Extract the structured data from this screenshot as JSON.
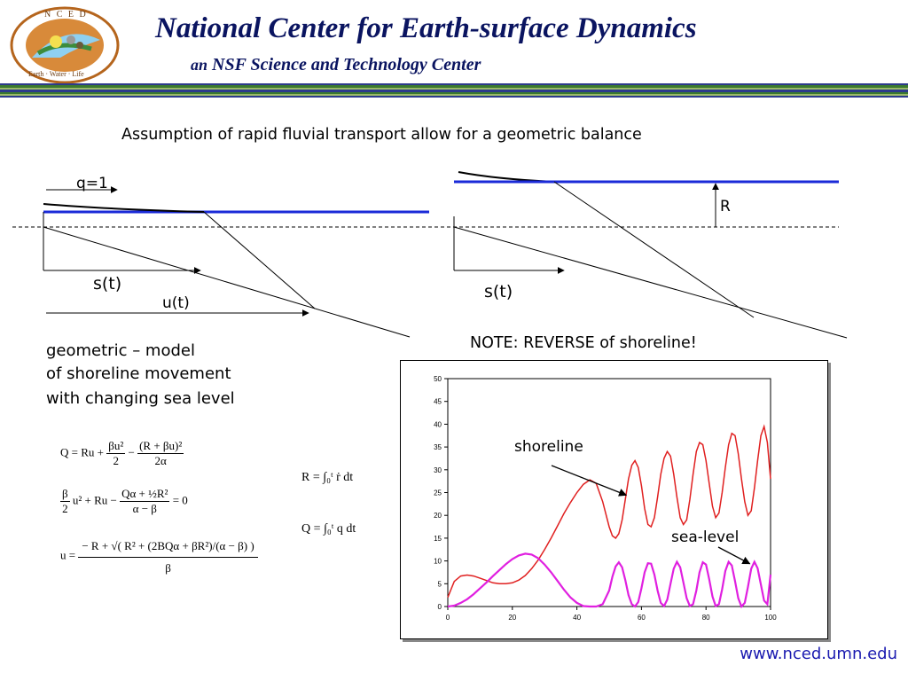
{
  "header": {
    "title": "National Center  for Earth-surface Dynamics",
    "subtitle_prefix": "an",
    "subtitle": "NSF Science and Technology Center",
    "logo_text": "N C E D",
    "logo_subtext": "Earth · Water · Life",
    "colors": {
      "title": "#0a1460",
      "band_green": "#3b7a2e",
      "band_blue": "#2c3a8c",
      "band_light": "#9ab86a"
    }
  },
  "slide": {
    "heading": "Assumption of rapid fluvial transport allow for a geometric balance",
    "left_diagram": {
      "q_label": "q=1",
      "s_label": "s(t)",
      "u_label": "u(t)"
    },
    "right_diagram": {
      "s_label": "s(t)",
      "r_label": "R"
    },
    "note": "NOTE: REVERSE of shoreline!",
    "model_text": [
      "geometric – model",
      "of shoreline movement",
      "with changing sea level"
    ],
    "footer_url": "www.nced.umn.edu"
  },
  "equations": {
    "q_eq": {
      "lhs": "Q = Ru +",
      "f1_num": "βu²",
      "f1_den": "2",
      "minus": "−",
      "f2_num": "(R + βu)²",
      "f2_den": "2α"
    },
    "beta_eq": {
      "f1_num": "β",
      "f1_den": "2",
      "mid": "u² + Ru −",
      "f2_num": "Qα + ½R²",
      "f2_den": "α − β",
      "rhs": "= 0"
    },
    "u_eq": {
      "lhs": "u =",
      "num": "− R + √( R² + (2BQα + βR²)/(α − β) )",
      "den": "β"
    },
    "r_int": {
      "text": "R = ∫₀ᵗ ṙ dt"
    },
    "q_int": {
      "text": "Q = ∫₀ᵗ q dt"
    }
  },
  "chart_data": {
    "type": "line",
    "title": "",
    "xlabel": "",
    "ylabel": "",
    "xlim": [
      0,
      100
    ],
    "ylim": [
      0,
      50
    ],
    "x_ticks": [
      0,
      20,
      40,
      60,
      80,
      100
    ],
    "y_ticks": [
      0,
      5,
      10,
      15,
      20,
      25,
      30,
      35,
      40,
      45,
      50
    ],
    "grid": false,
    "annotations": [
      {
        "text": "shoreline",
        "target_x": 41,
        "target_y": 26
      },
      {
        "text": "sea-level",
        "target_x": 79,
        "target_y": 9
      }
    ],
    "series": [
      {
        "name": "shoreline",
        "color": "#e02020",
        "x": [
          0,
          2,
          4,
          6,
          8,
          10,
          12,
          14,
          16,
          18,
          20,
          22,
          24,
          26,
          28,
          30,
          32,
          34,
          36,
          38,
          40,
          42,
          44,
          46,
          48,
          50,
          51,
          52,
          53,
          54,
          55,
          56,
          57,
          58,
          59,
          60,
          61,
          62,
          63,
          64,
          65,
          66,
          67,
          68,
          69,
          70,
          71,
          72,
          73,
          74,
          75,
          76,
          77,
          78,
          79,
          80,
          81,
          82,
          83,
          84,
          85,
          86,
          87,
          88,
          89,
          90,
          91,
          92,
          93,
          94,
          95,
          96,
          97,
          98,
          99,
          100
        ],
        "y": [
          2,
          5.5,
          6.7,
          6.9,
          6.7,
          6.2,
          5.7,
          5.2,
          5,
          5,
          5.2,
          5.8,
          6.8,
          8.3,
          10.2,
          12.5,
          15,
          17.7,
          20.4,
          22.8,
          25,
          26.8,
          27.8,
          27,
          23,
          17.5,
          15.5,
          15,
          16,
          19,
          23.5,
          28,
          31,
          32,
          30.5,
          26.5,
          21.5,
          18,
          17.5,
          19.5,
          24,
          29,
          32.5,
          34,
          33,
          29,
          24,
          19.5,
          18,
          19,
          23.5,
          29,
          34,
          36,
          35.5,
          32,
          27,
          22,
          19.5,
          20.5,
          25,
          30.5,
          35.5,
          38,
          37.5,
          33.5,
          28,
          23,
          20,
          21,
          26,
          32,
          37.5,
          39.5,
          36,
          28
        ]
      },
      {
        "name": "sea-level",
        "color": "#e020e0",
        "x": [
          0,
          2,
          4,
          6,
          8,
          10,
          12,
          14,
          16,
          18,
          20,
          22,
          24,
          26,
          28,
          30,
          32,
          34,
          36,
          38,
          40,
          42,
          44,
          46,
          48,
          50,
          51,
          52,
          53,
          54,
          55,
          56,
          57,
          58,
          59,
          60,
          61,
          62,
          63,
          64,
          65,
          66,
          67,
          68,
          69,
          70,
          71,
          72,
          73,
          74,
          75,
          76,
          77,
          78,
          79,
          80,
          81,
          82,
          83,
          84,
          85,
          86,
          87,
          88,
          89,
          90,
          91,
          92,
          93,
          94,
          95,
          96,
          97,
          98,
          99,
          100
        ],
        "y": [
          0,
          0.2,
          0.8,
          1.6,
          2.7,
          4,
          5.3,
          6.7,
          8,
          9.3,
          10.4,
          11.2,
          11.6,
          11.4,
          10.6,
          9.2,
          7.5,
          5.6,
          3.7,
          2,
          0.8,
          0.1,
          0,
          0,
          0.5,
          3.5,
          6.5,
          8.8,
          9.7,
          8.6,
          5.8,
          2.5,
          0.5,
          0,
          1,
          4,
          7.5,
          9.5,
          9.4,
          7,
          3.5,
          0.8,
          0.1,
          1.5,
          5,
          8.3,
          9.8,
          8.6,
          5.3,
          1.8,
          0.1,
          0.5,
          3.5,
          7.5,
          9.7,
          9.2,
          6,
          2.2,
          0.1,
          0.5,
          3.8,
          7.8,
          9.8,
          9,
          5.5,
          1.8,
          0,
          0.8,
          4.3,
          8.3,
          9.8,
          8.4,
          4.8,
          1.3,
          0.5,
          7
        ]
      }
    ]
  }
}
